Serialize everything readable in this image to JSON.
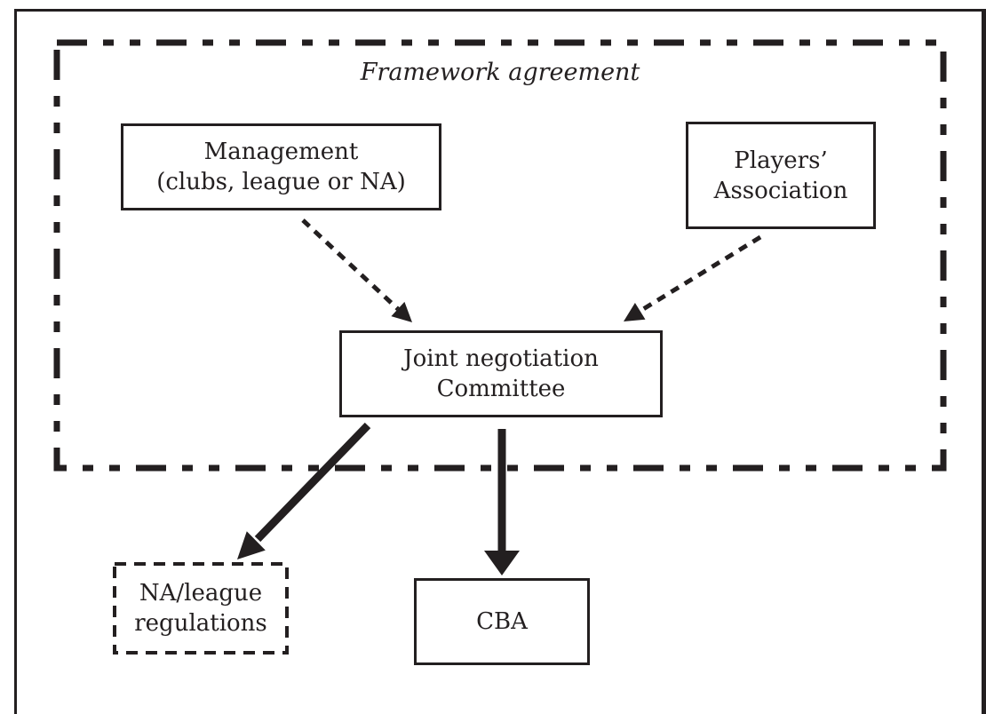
{
  "diagram": {
    "framework_label": "Framework agreement",
    "nodes": {
      "management": {
        "lines": [
          "Management",
          "(clubs, league or NA)"
        ]
      },
      "players_association": {
        "lines": [
          "Players’",
          "Association"
        ]
      },
      "joint_negotiation_committee": {
        "lines": [
          "Joint negotiation",
          "Committee"
        ]
      },
      "na_league_regulations": {
        "lines": [
          "NA/league",
          "regulations"
        ]
      },
      "cba": {
        "lines": [
          "CBA"
        ]
      }
    },
    "connections": [
      {
        "from": "management",
        "to": "joint_negotiation_committee",
        "style": "dashed-arrow"
      },
      {
        "from": "players_association",
        "to": "joint_negotiation_committee",
        "style": "dashed-arrow"
      },
      {
        "from": "joint_negotiation_committee",
        "to": "na_league_regulations",
        "style": "solid-arrow"
      },
      {
        "from": "joint_negotiation_committee",
        "to": "cba",
        "style": "solid-arrow"
      }
    ],
    "colors": {
      "ink": "#231f20",
      "background": "#ffffff"
    }
  }
}
